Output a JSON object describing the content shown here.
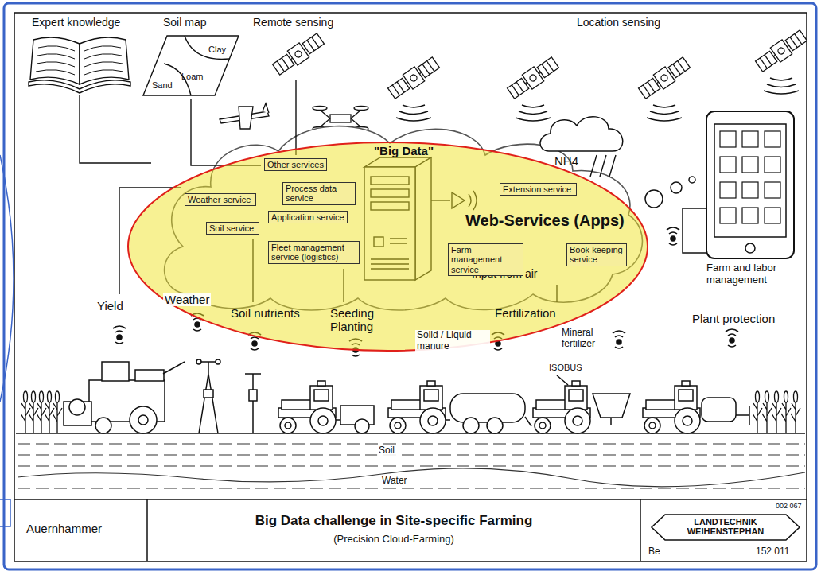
{
  "diagram": {
    "title": "Big Data challenge in Site-specific Farming",
    "caption": "(Precision Cloud-Farming)",
    "nodes": [
      {
        "text": [
          "\"Big Data\"",
          "Web-Services (Apps)",
          "Input from air"
        ]
      },
      {
        "text": [
          "Other services"
        ],
        "in": 0
      },
      {
        "text": [
          "Process data service"
        ],
        "in": 0
      },
      {
        "text": [
          "Weather service"
        ],
        "in": 0
      },
      {
        "text": [
          "Application service"
        ],
        "in": 0
      },
      {
        "text": [
          "Soil service"
        ],
        "in": 0
      },
      {
        "text": [
          "Fleet management service (logistics)"
        ],
        "in": 0
      },
      {
        "text": [
          "Extension service"
        ],
        "in": 0
      },
      {
        "text": [
          "Farm management service"
        ],
        "in": 0
      },
      {
        "text": [
          "Book keeping service"
        ],
        "in": 0
      },
      {
        "text": [
          "LANDTECHNIK WEIHENSTEPHAN"
        ]
      }
    ],
    "labels": [
      "Expert knowledge",
      "Soil map",
      "Remote sensing",
      "Location sensing",
      "Clay",
      "Loam",
      "Sand",
      "NH4",
      "Yield",
      "Weather",
      "Soil nutrients",
      "Seeding Planting",
      "Fertilization",
      "Plant protection",
      "Solid / Liquid manure",
      "Mineral fertilizer",
      "ISOBUS",
      "Soil",
      "Water",
      "Farm and labor management",
      "Auernhammer",
      "002 067",
      "Be",
      "152 011"
    ]
  }
}
